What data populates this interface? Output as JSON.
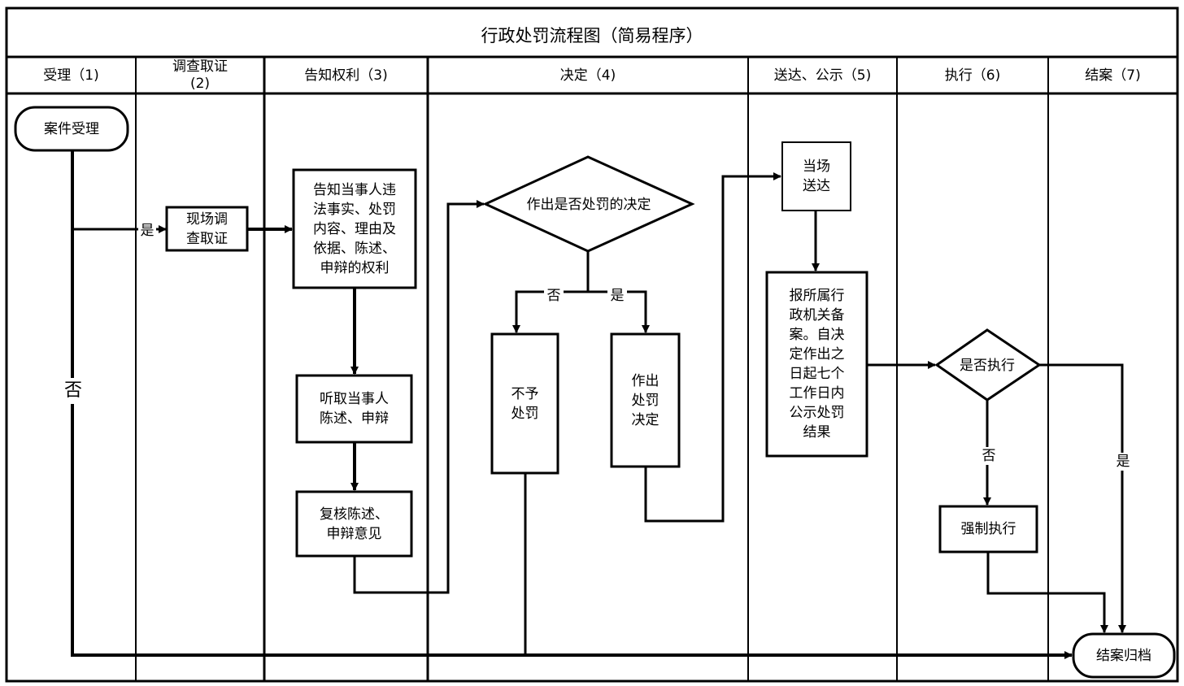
{
  "title": "行政处罚流程图（简易程序）",
  "lanes": [
    {
      "label": "受理（1)"
    },
    {
      "label": "调查取证\n(2)"
    },
    {
      "label": "告知权利（3)"
    },
    {
      "label": "决定（4)"
    },
    {
      "label": "送达、公示（5)"
    },
    {
      "label": "执行（6)"
    },
    {
      "label": "结案（7)"
    }
  ],
  "nodes": {
    "start": "案件受理",
    "investigate": "现场调\n查取证",
    "notify": "告知当事人违\n法事实、处罚\n内容、理由及\n依据、陈述、\n申辩的权利",
    "hear": "听取当事人\n陈述、申辩",
    "review": "复核陈述、\n申辩意见",
    "decide": "作出是否处罚的决定",
    "no_penalty": "不予\n处罚",
    "penalty": "作出\n处罚\n决定",
    "deliver": "当场\n送达",
    "report": "报所属行\n政机关备\n案。自决\n定作出之\n日起七个\n工作日内\n公示处罚\n结果",
    "execute_q": "是否执行",
    "enforce": "强制执行",
    "archive": "结案归档"
  },
  "edge_labels": {
    "start_yes": "是",
    "start_no": "否",
    "decide_no": "否",
    "decide_yes": "是",
    "exec_no": "否",
    "exec_yes": "是"
  }
}
